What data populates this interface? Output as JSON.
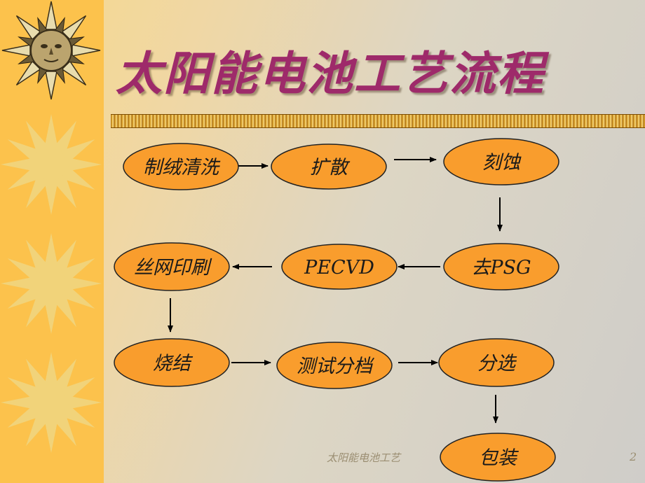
{
  "slide": {
    "title": "太阳能电池工艺流程",
    "footer": "太阳能电池工艺",
    "page_number": "2"
  },
  "flow": {
    "steps": [
      {
        "id": "texturing",
        "label": "制绒清洗"
      },
      {
        "id": "diffusion",
        "label": "扩散"
      },
      {
        "id": "etching",
        "label": "刻蚀"
      },
      {
        "id": "remove-psg",
        "label": "去PSG"
      },
      {
        "id": "pecvd",
        "label": "PECVD"
      },
      {
        "id": "screen-print",
        "label": "丝网印刷"
      },
      {
        "id": "sintering",
        "label": "烧结"
      },
      {
        "id": "testing",
        "label": "测试分档"
      },
      {
        "id": "sorting",
        "label": "分选"
      },
      {
        "id": "packaging",
        "label": "包装"
      }
    ]
  },
  "colors": {
    "node_fill": "#f99d2d",
    "title": "#9e2a6a",
    "sidebar": "#fcc24c",
    "sun": "#f1d37a"
  },
  "icons": [
    "sun-face-icon",
    "sun-icon"
  ]
}
